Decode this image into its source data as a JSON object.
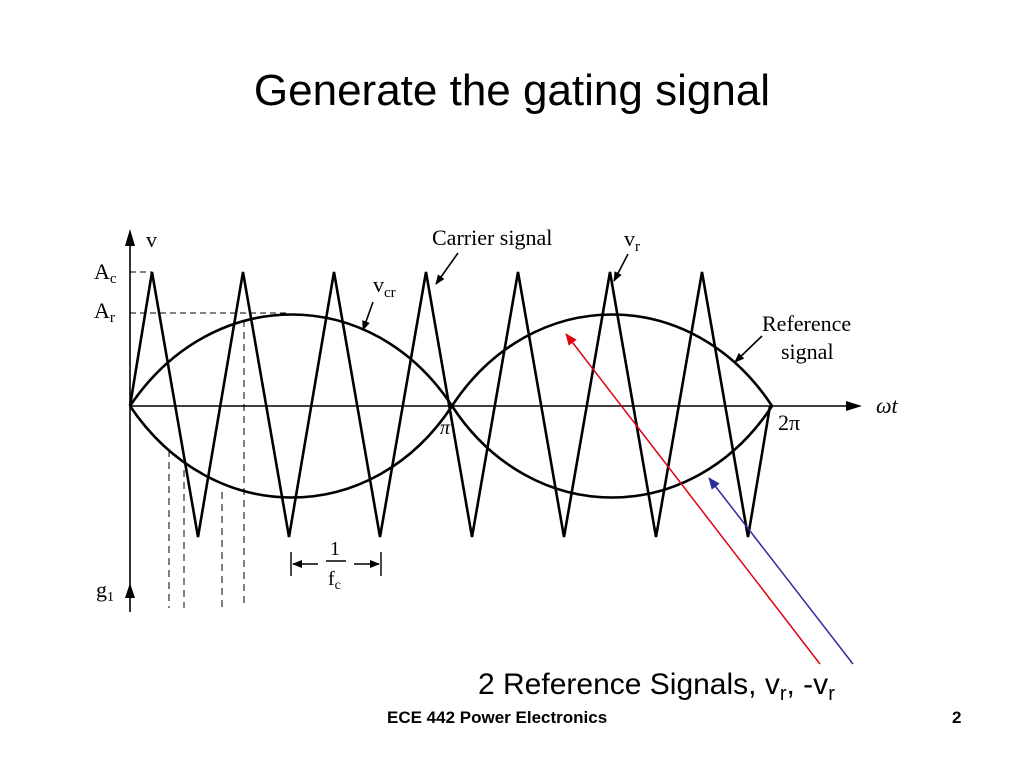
{
  "slide": {
    "title": "Generate the gating signal",
    "caption": {
      "prefix": "2 Reference Signals, v",
      "sub1": "r",
      "middle": ", -v",
      "sub2": "r"
    },
    "footer": {
      "course": "ECE 442 Power Electronics",
      "page": "2"
    }
  },
  "figure": {
    "labels": {
      "v_axis": "v",
      "A": "A",
      "Ac_sub": "c",
      "Ar_sub": "r",
      "carrier_signal": "Carrier signal",
      "vr_base": "v",
      "vr_sub": "r",
      "vcr_base": "v",
      "vcr_sub": "cr",
      "reference_line1": "Reference",
      "reference_line2": "signal",
      "omega_t": "ωt",
      "pi": "π",
      "two_pi": "2π",
      "one": "1",
      "fc_base": "f",
      "fc_sub": "c",
      "g_base": "g",
      "g_sub": "1"
    },
    "arrow_colors": {
      "vr_pointer": "#e0000f",
      "neg_vr_pointer": "#2b2b9a"
    }
  }
}
